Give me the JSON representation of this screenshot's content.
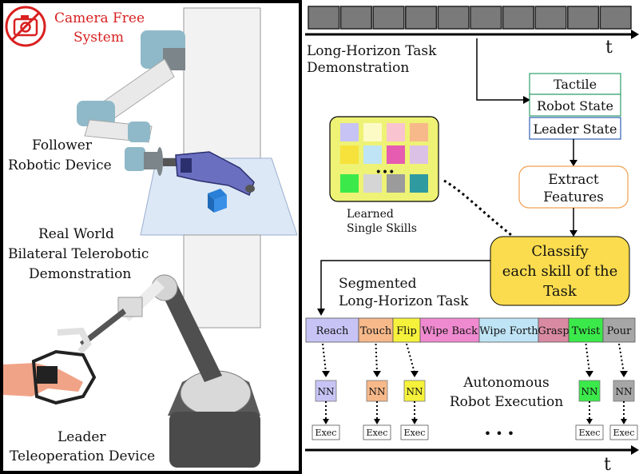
{
  "left_panel": {
    "camera_label_line1": "Camera Free",
    "camera_label_line2": "System",
    "camera_icon": "camera-off-icon",
    "follower_line1": "Follower",
    "follower_line2": "Robotic Device",
    "realworld_line1": "Real World",
    "realworld_line2": "Bilateral Telerobotic",
    "realworld_line3": "Demonstration",
    "leader_line1": "Leader",
    "leader_line2": "Teleoperation Device"
  },
  "right_panel": {
    "timeline_t": "t",
    "demo_line1": "Long-Horizon Task",
    "demo_line2": "Demonstration",
    "signals": [
      "Tactile",
      "Robot State",
      "Leader State"
    ],
    "extract_line1": "Extract",
    "extract_line2": "Features",
    "classify_line1": "Classify",
    "classify_line2": "each skill of the",
    "classify_line3": "Task",
    "skills_label_line1": "Learned",
    "skills_label_line2": "Single Skills",
    "skills_ellipsis": "•••",
    "segmented_line1": "Segmented",
    "segmented_line2": "Long-Horizon Task",
    "segments": [
      "Reach",
      "Touch",
      "Flip",
      "Wipe Back",
      "Wipe Forth",
      "Grasp",
      "Twist",
      "Pour"
    ],
    "nn_label": "NN",
    "exec_label": "Exec",
    "auto_line1": "Autonomous",
    "auto_line2": "Robot Execution",
    "exec_ellipsis": "•  •  •",
    "bottom_t": "t"
  },
  "colors": {
    "accent_red": "#d92020",
    "classify_fill": "#fbdc4e",
    "skills_panel_fill": "#eef275",
    "tactile_border": "#2e9e6a",
    "robot_state_border": "#2e9e6a",
    "leader_state_border": "#2f5fb3",
    "extract_border": "#f0a050",
    "reach": "#c7c4f5",
    "touch": "#f7b98a",
    "flip": "#f6f23b",
    "wipe_back": "#f08ad0",
    "wipe_forth": "#bfe4f5",
    "grasp": "#d98aa3",
    "twist": "#3bea4a",
    "pour": "#a6a6a6"
  }
}
